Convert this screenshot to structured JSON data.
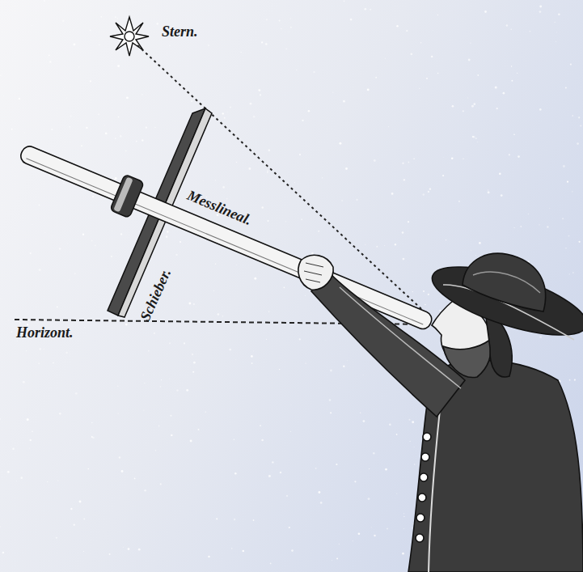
{
  "diagram": {
    "labels": [
      "Stern.",
      "Schieber.",
      "Messlineal.",
      "Horizont."
    ]
  }
}
